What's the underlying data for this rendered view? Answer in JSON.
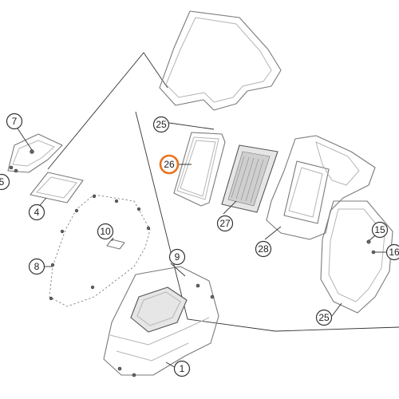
{
  "callouts": [
    {
      "id": "c1",
      "label": "1"
    },
    {
      "id": "c4",
      "label": "4"
    },
    {
      "id": "c5",
      "label": "5"
    },
    {
      "id": "c7",
      "label": "7"
    },
    {
      "id": "c8",
      "label": "8"
    },
    {
      "id": "c9",
      "label": "9"
    },
    {
      "id": "c10",
      "label": "10"
    },
    {
      "id": "c15",
      "label": "15"
    },
    {
      "id": "c16",
      "label": "16"
    },
    {
      "id": "c25a",
      "label": "25"
    },
    {
      "id": "c25b",
      "label": "25"
    },
    {
      "id": "c26",
      "label": "26",
      "highlighted": true
    },
    {
      "id": "c27",
      "label": "27"
    },
    {
      "id": "c28",
      "label": "28"
    }
  ],
  "highlight_color": "#e8731e"
}
